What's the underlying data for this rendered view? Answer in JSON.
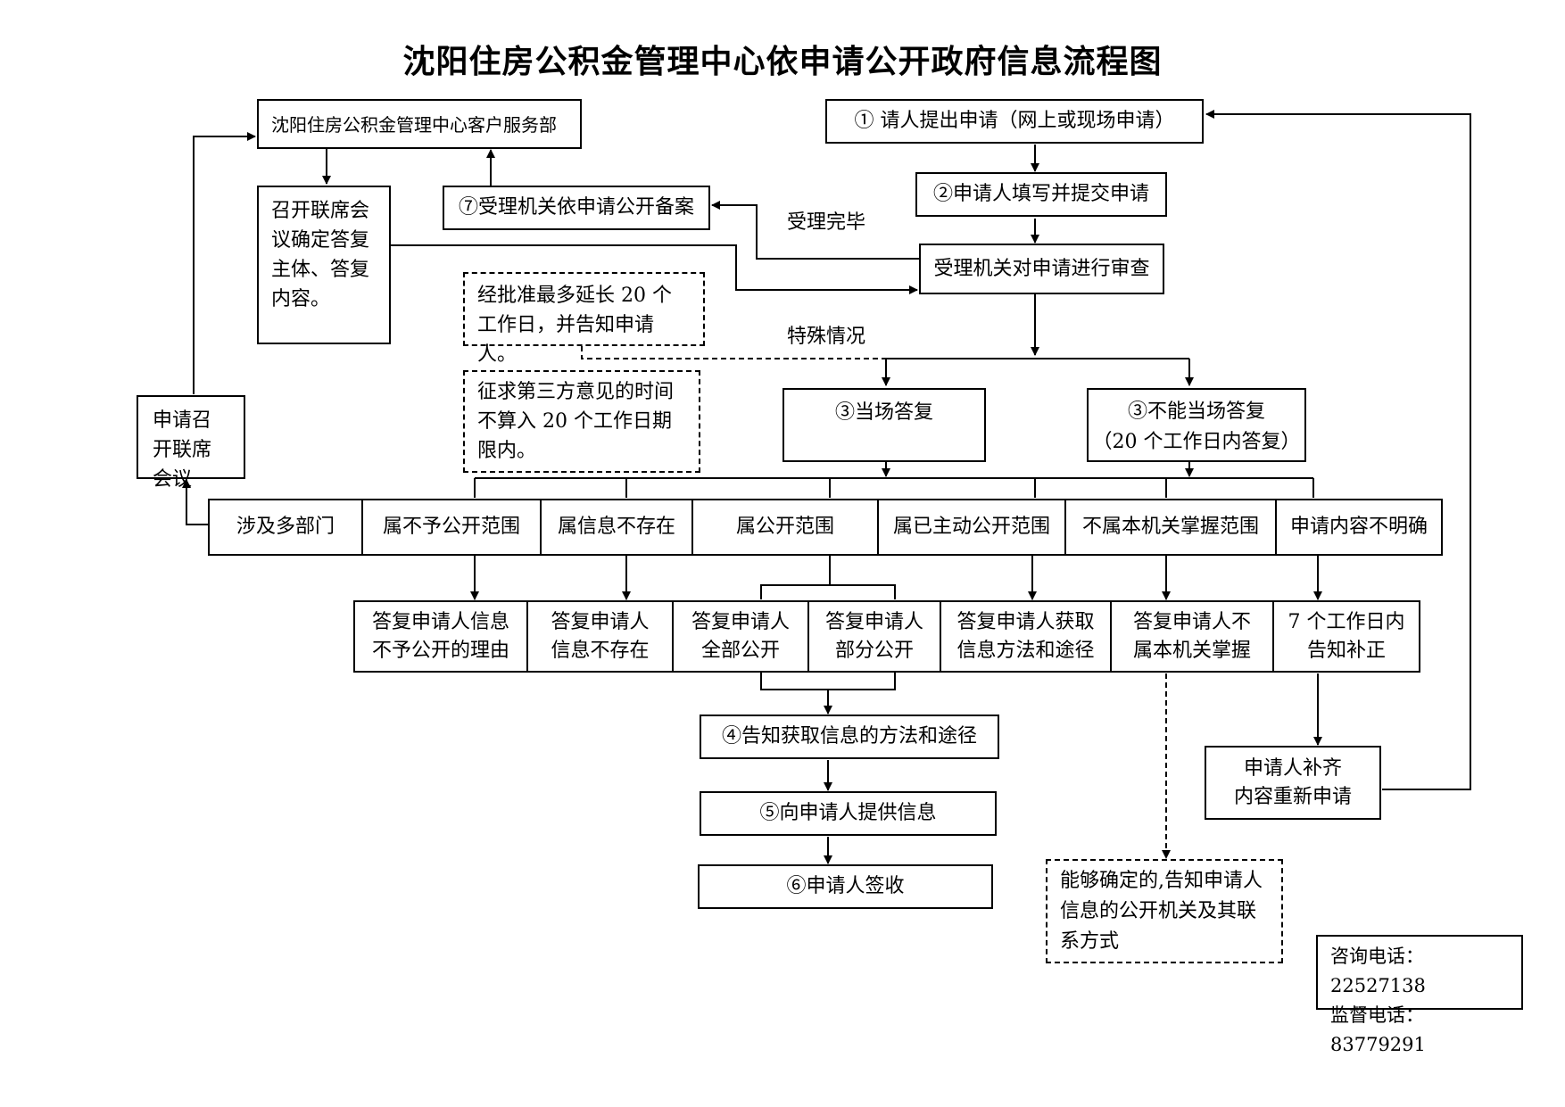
{
  "title": "沈阳住房公积金管理中心依申请公开政府信息流程图",
  "customer_service": "沈阳住房公积金管理中心客户服务部",
  "joint_meeting": "召开联席会议确定答复主体、答复内容。",
  "step7": "⑦受理机关依申请公开备案",
  "step1": "①  请人提出申请（网上或现场申请）",
  "step2": "②申请人填写并提交申请",
  "accept_done": "受理完毕",
  "review": "受理机关对申请进行审查",
  "extension_note": "经批准最多延长 20 个工作日，并告知申请人。",
  "special": "特殊情况",
  "third_party_note": "征求第三方意见的时间不算入 20 个工作日期限内。",
  "apply_meeting": "申请召开联席会议",
  "step3a": "③当场答复",
  "step3b_line1": "③不能当场答复",
  "step3b_line2": "（20 个工作日内答复）",
  "categories": [
    "涉及多部门",
    "属不予公开范围",
    "属信息不存在",
    "属公开范围",
    "属已主动公开范围",
    "不属本机关掌握范围",
    "申请内容不明确"
  ],
  "answers": [
    {
      "l1": "答复申请人信息",
      "l2": "不予公开的理由"
    },
    {
      "l1": "答复申请人",
      "l2": "信息不存在"
    },
    {
      "l1": "答复申请人",
      "l2": "全部公开"
    },
    {
      "l1": "答复申请人",
      "l2": "部分公开"
    },
    {
      "l1": "答复申请人获取",
      "l2": "信息方法和途径"
    },
    {
      "l1": "答复申请人不",
      "l2": "属本机关掌握"
    },
    {
      "l1": "7 个工作日内",
      "l2": "告知补正"
    }
  ],
  "step4": "④告知获取信息的方法和途径",
  "step5": "⑤向申请人提供信息",
  "step6": "⑥申请人签收",
  "resubmit_l1": "申请人补齐",
  "resubmit_l2": "内容重新申请",
  "identify_note": "能够确定的,告知申请人信息的公开机关及其联系方式",
  "consult": "咨询电话：22527138",
  "supervise": "监督电话：83779291"
}
